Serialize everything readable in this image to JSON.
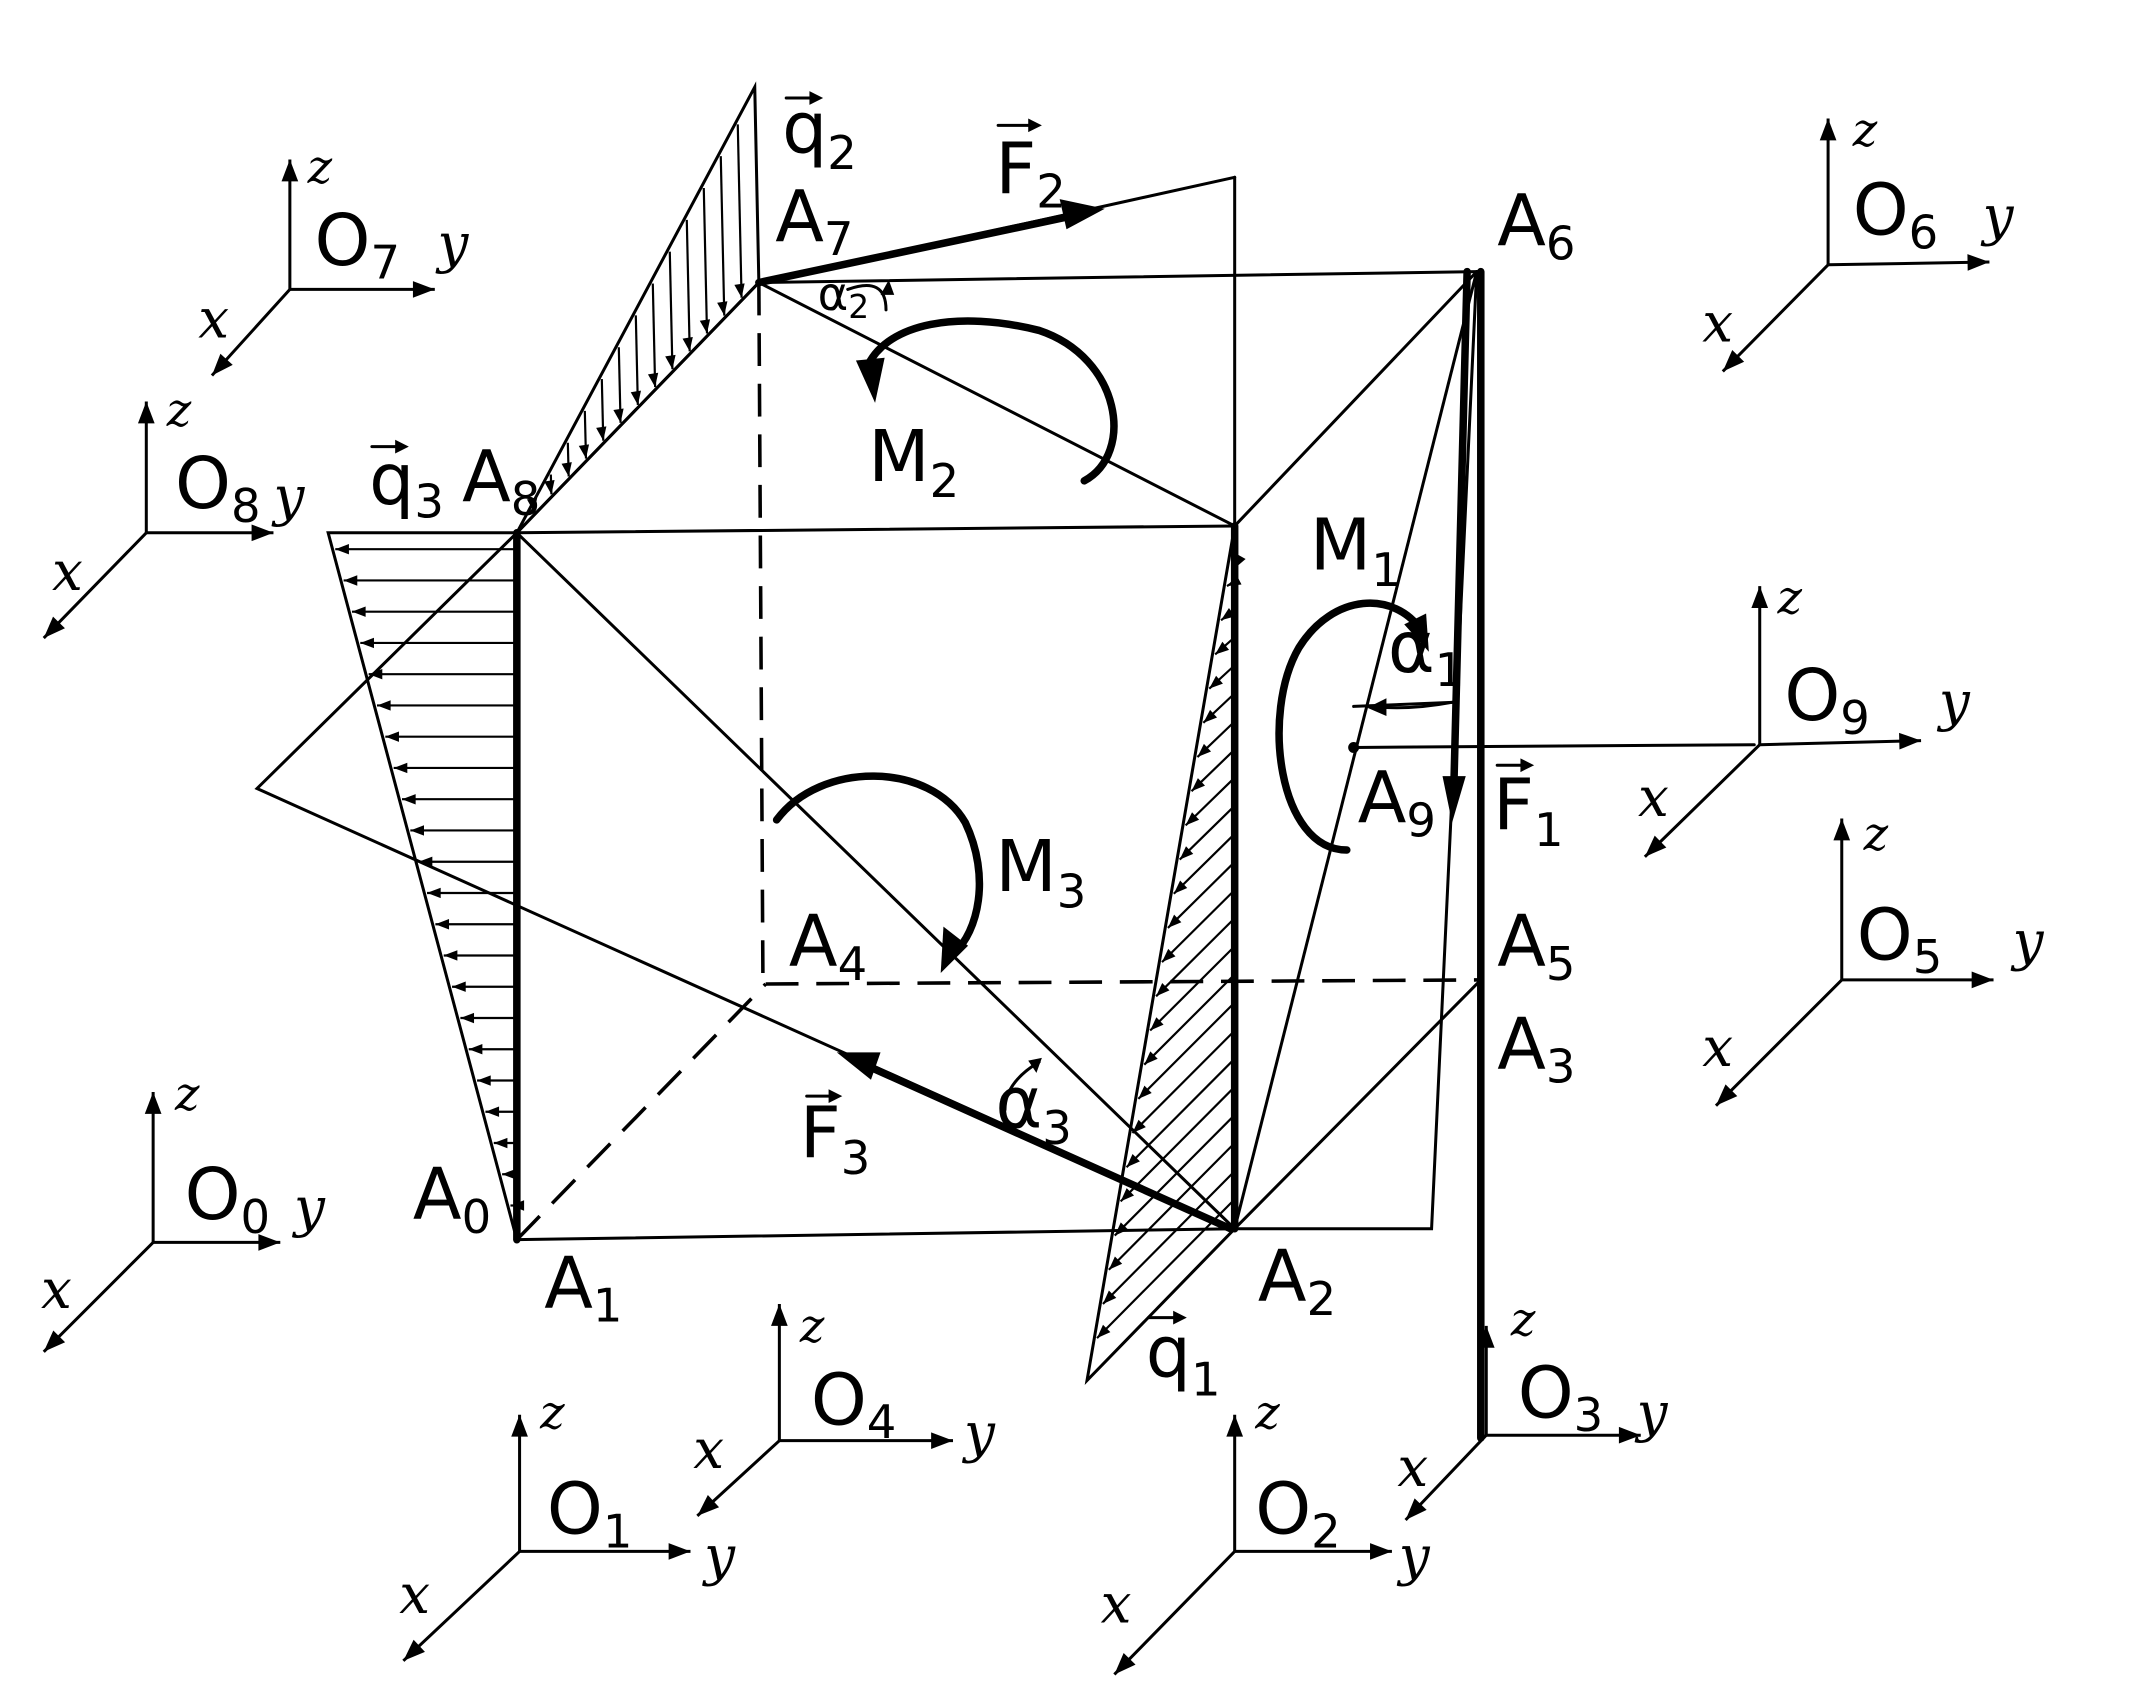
{
  "points": [
    {
      "id": "A0",
      "name": "A",
      "sub": "0"
    },
    {
      "id": "A1",
      "name": "A",
      "sub": "1"
    },
    {
      "id": "A2",
      "name": "A",
      "sub": "2"
    },
    {
      "id": "A3",
      "name": "A",
      "sub": "3"
    },
    {
      "id": "A4",
      "name": "A",
      "sub": "4"
    },
    {
      "id": "A5",
      "name": "A",
      "sub": "5"
    },
    {
      "id": "A6",
      "name": "A",
      "sub": "6"
    },
    {
      "id": "A7",
      "name": "A",
      "sub": "7"
    },
    {
      "id": "A8",
      "name": "A",
      "sub": "8"
    },
    {
      "id": "A9",
      "name": "A",
      "sub": "9"
    }
  ],
  "frames": [
    {
      "id": "O0",
      "name": "O",
      "sub": "0"
    },
    {
      "id": "O1",
      "name": "O",
      "sub": "1"
    },
    {
      "id": "O2",
      "name": "O",
      "sub": "2"
    },
    {
      "id": "O3",
      "name": "O",
      "sub": "3"
    },
    {
      "id": "O4",
      "name": "O",
      "sub": "4"
    },
    {
      "id": "O5",
      "name": "O",
      "sub": "5"
    },
    {
      "id": "O6",
      "name": "O",
      "sub": "6"
    },
    {
      "id": "O7",
      "name": "O",
      "sub": "7"
    },
    {
      "id": "O8",
      "name": "O",
      "sub": "8"
    },
    {
      "id": "O9",
      "name": "O",
      "sub": "9"
    }
  ],
  "axis_labels": {
    "x": "x",
    "y": "y",
    "z": "z"
  },
  "forces": [
    {
      "id": "F1",
      "name": "F",
      "sub": "1"
    },
    {
      "id": "F2",
      "name": "F",
      "sub": "2"
    },
    {
      "id": "F3",
      "name": "F",
      "sub": "3"
    }
  ],
  "loads": [
    {
      "id": "q1",
      "name": "q",
      "sub": "1"
    },
    {
      "id": "q2",
      "name": "q",
      "sub": "2"
    },
    {
      "id": "q3",
      "name": "q",
      "sub": "3"
    }
  ],
  "moments": [
    {
      "id": "M1",
      "name": "M",
      "sub": "1"
    },
    {
      "id": "M2",
      "name": "M",
      "sub": "2"
    },
    {
      "id": "M3",
      "name": "M",
      "sub": "3"
    }
  ],
  "angles": [
    {
      "id": "a1",
      "name": "α",
      "sub": "1"
    },
    {
      "id": "a2",
      "name": "α",
      "sub": "2"
    },
    {
      "id": "a3",
      "name": "α",
      "sub": "3"
    }
  ]
}
